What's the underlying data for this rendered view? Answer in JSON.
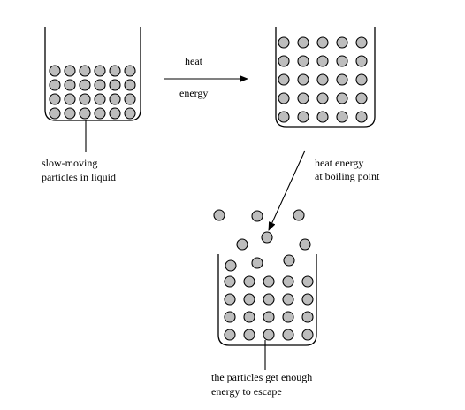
{
  "labels": {
    "heat": "heat",
    "energy": "energy",
    "liquid_line1": "slow-moving",
    "liquid_line2": "particles in liquid",
    "boiling_line1": "heat energy",
    "boiling_line2": "at boiling point",
    "escape_line1": "the particles get enough",
    "escape_line2": "energy to escape"
  },
  "beakers": [
    {
      "name": "liquid-beaker",
      "particle_rows": 4,
      "particles_per_row": 6
    },
    {
      "name": "heated-beaker",
      "particle_rows": 5,
      "particles_per_row": 5
    },
    {
      "name": "boiling-beaker",
      "particle_rows": 4,
      "particles_per_row": 5,
      "escaping_particles": 9
    }
  ],
  "colors": {
    "particle_fill": "#bdbdbd",
    "outline": "#000000",
    "background": "#ffffff"
  }
}
